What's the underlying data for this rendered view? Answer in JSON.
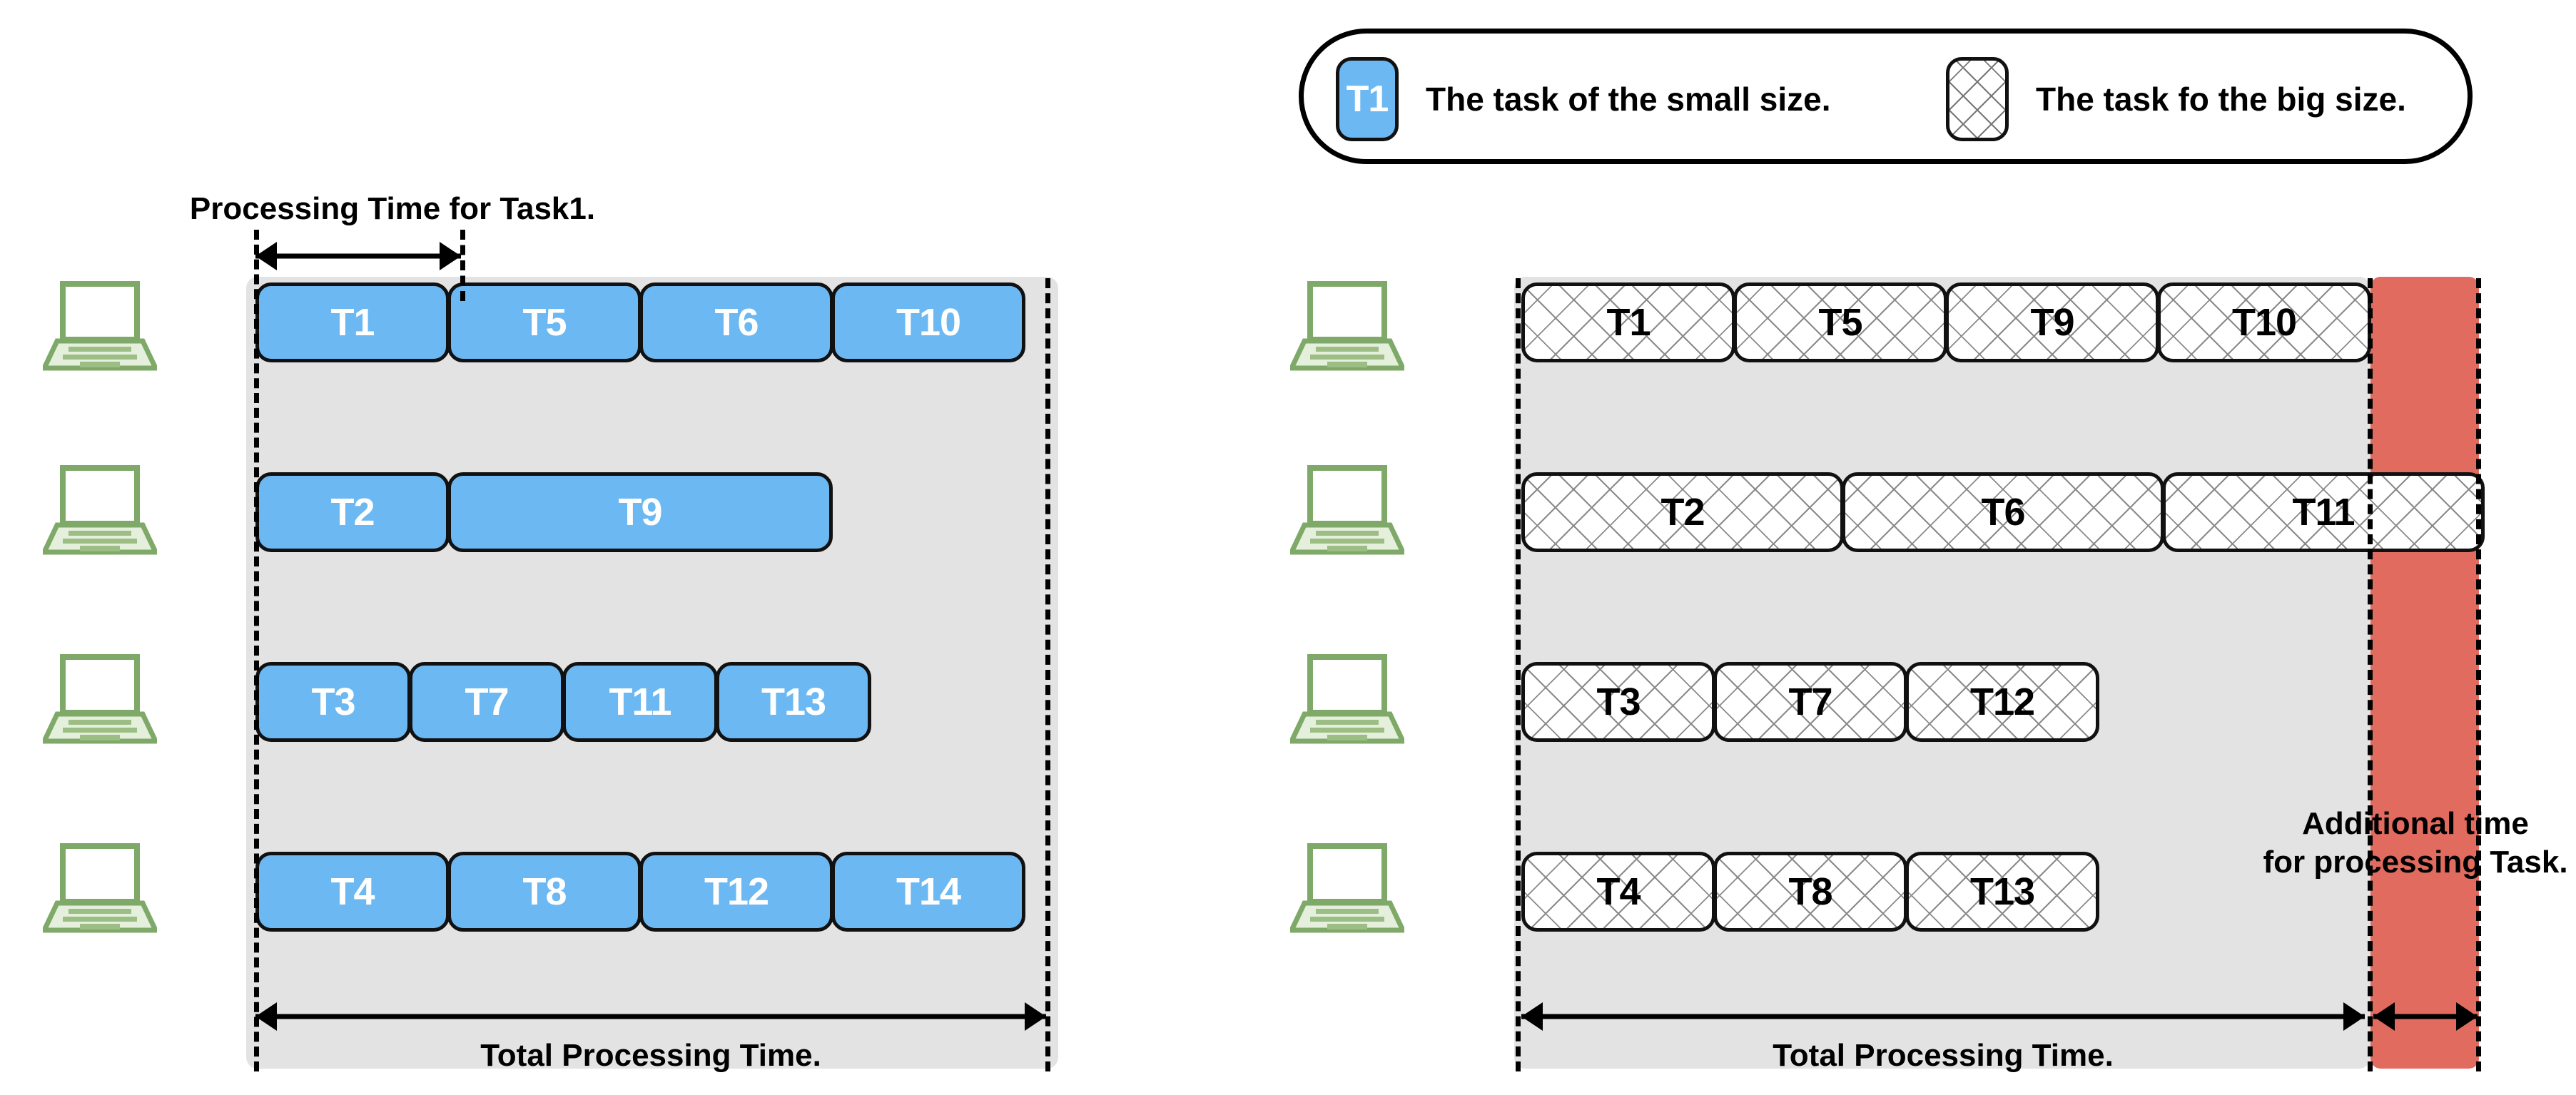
{
  "legend": {
    "items": [
      {
        "swatch": "blue",
        "sample_label": "T1",
        "text": "The task of the small size."
      },
      {
        "swatch": "hatch",
        "sample_label": "",
        "text": "The task fo the big size."
      }
    ]
  },
  "colors": {
    "task_blue": "#6CB8F2",
    "panel_gray": "#E3E3E3",
    "additional_red": "#E06B5E",
    "laptop_green": "#7FA968",
    "outline_black": "#111111"
  },
  "left_panel": {
    "top_caption": "Processing Time for Task1.",
    "bottom_caption": "Total Processing Time.",
    "machine_icon": "laptop-icon",
    "machine_count": 4,
    "rows": [
      {
        "machine": 1,
        "tasks": [
          {
            "label": "T1",
            "units": 1
          },
          {
            "label": "T5",
            "units": 1
          },
          {
            "label": "T6",
            "units": 1
          },
          {
            "label": "T10",
            "units": 1
          }
        ]
      },
      {
        "machine": 2,
        "tasks": [
          {
            "label": "T2",
            "units": 1
          },
          {
            "label": "T9",
            "units": 2
          }
        ]
      },
      {
        "machine": 3,
        "tasks": [
          {
            "label": "T3",
            "units": 0.8
          },
          {
            "label": "T7",
            "units": 0.8
          },
          {
            "label": "T11",
            "units": 0.8
          },
          {
            "label": "T13",
            "units": 0.8
          }
        ]
      },
      {
        "machine": 4,
        "tasks": [
          {
            "label": "T4",
            "units": 1
          },
          {
            "label": "T8",
            "units": 1
          },
          {
            "label": "T12",
            "units": 1
          },
          {
            "label": "T14",
            "units": 1
          }
        ]
      }
    ]
  },
  "right_panel": {
    "bottom_caption": "Total Processing Time.",
    "additional_caption": "Additional time\nfor processing Task.",
    "additional_caption_line1": "Additional time",
    "additional_caption_line2": "for processing Task.",
    "machine_icon": "laptop-icon",
    "machine_count": 4,
    "rows": [
      {
        "machine": 1,
        "tasks": [
          {
            "label": "T1",
            "units": 1
          },
          {
            "label": "T5",
            "units": 1
          },
          {
            "label": "T9",
            "units": 1
          },
          {
            "label": "T10",
            "units": 1
          }
        ]
      },
      {
        "machine": 2,
        "tasks": [
          {
            "label": "T2",
            "units": 1.35
          },
          {
            "label": "T6",
            "units": 1.35
          },
          {
            "label": "T11",
            "units": 1.35
          }
        ]
      },
      {
        "machine": 3,
        "tasks": [
          {
            "label": "T3",
            "units": 1
          },
          {
            "label": "T7",
            "units": 1
          },
          {
            "label": "T12",
            "units": 1
          }
        ]
      },
      {
        "machine": 4,
        "tasks": [
          {
            "label": "T4",
            "units": 1
          },
          {
            "label": "T8",
            "units": 1
          },
          {
            "label": "T13",
            "units": 1
          }
        ]
      }
    ]
  }
}
